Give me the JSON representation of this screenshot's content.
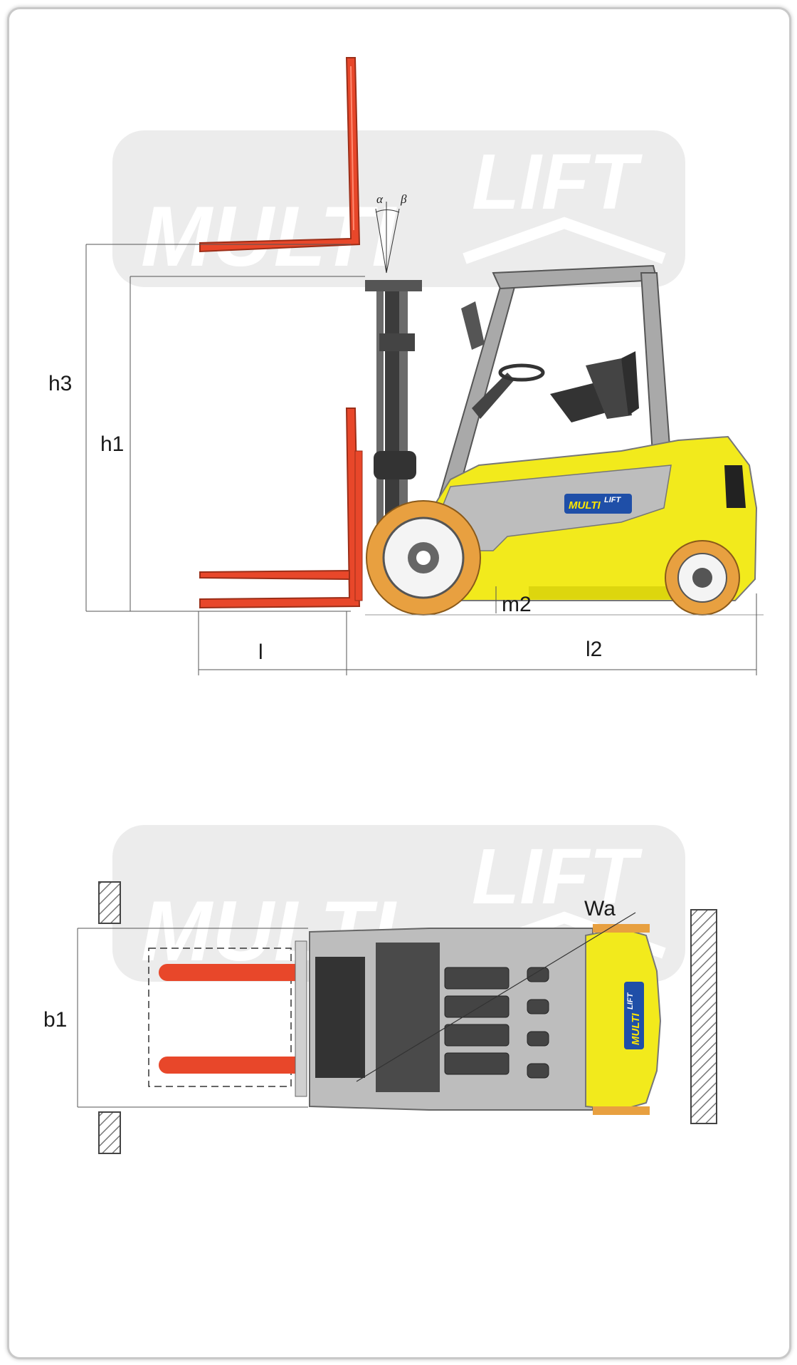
{
  "watermark": {
    "brand_left": "MULTI",
    "brand_right": "LIFT"
  },
  "side_view": {
    "dimensions": {
      "h3": "h3",
      "h1": "h1",
      "fork_length": "l",
      "overall_length": "l2",
      "ground_clearance": "m2"
    },
    "tilt_angles": {
      "forward": "α",
      "backward": "β"
    },
    "decal": {
      "left": "MULTI",
      "right": "LIFT"
    }
  },
  "top_view": {
    "dimensions": {
      "width": "b1",
      "aisle": "Wa"
    },
    "decal": {
      "left": "MULTI",
      "right": "LIFT"
    }
  },
  "colors": {
    "fork_red": "#e8472a",
    "body_yellow": "#f2ea1c",
    "tire_orange": "#e8a040",
    "frame_gray": "#b0b0b0",
    "decal_blue": "#1f4fa8"
  }
}
